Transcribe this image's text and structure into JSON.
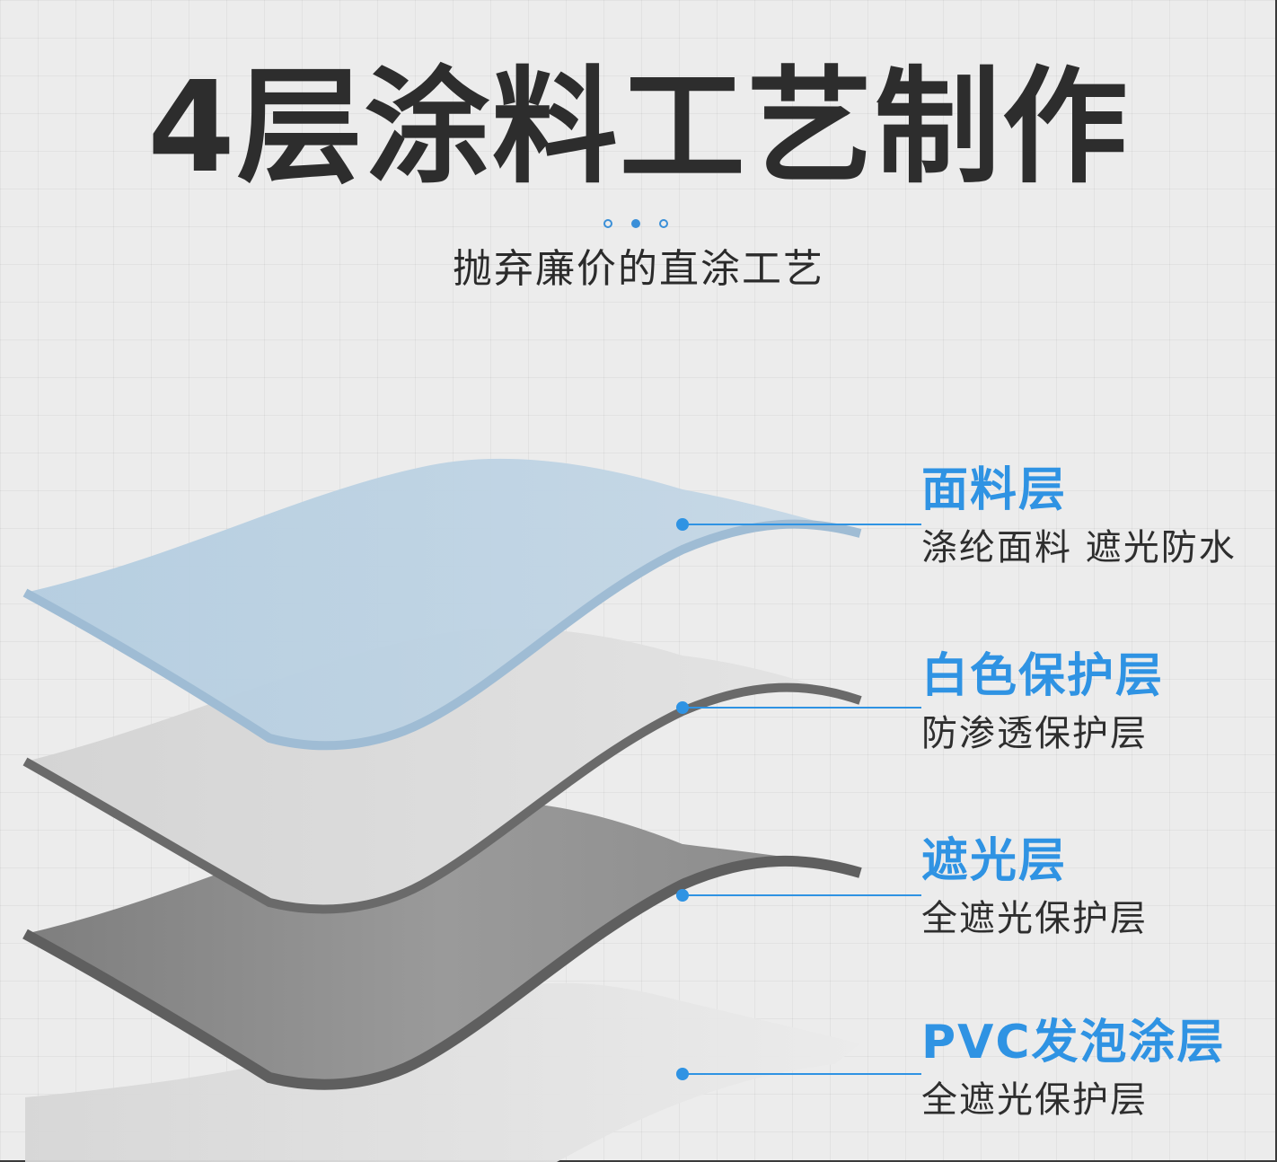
{
  "title": "4层涂料工艺制作",
  "subtitle": "抛弃廉价的直涂工艺",
  "colors": {
    "accent": "#2f93e3",
    "fabric_layer": "#b9cfe0",
    "white_layer": "#dcdcdc",
    "blackout_layer": "#8f8f8f",
    "pvc_layer": "#e2e2e2"
  },
  "layers": [
    {
      "name": "面料层",
      "desc": "涤纶面料  遮光防水"
    },
    {
      "name": "白色保护层",
      "desc": "防渗透保护层"
    },
    {
      "name": "遮光层",
      "desc": "全遮光保护层"
    },
    {
      "name": "PVC发泡涂层",
      "desc": "全遮光保护层"
    }
  ]
}
